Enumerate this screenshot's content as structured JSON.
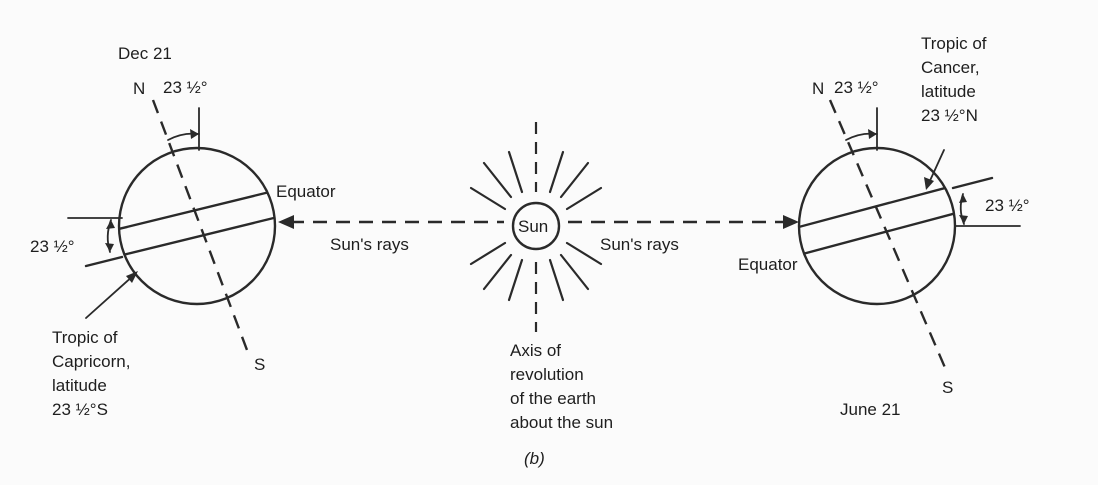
{
  "diagram": {
    "left_globe": {
      "date": "Dec 21",
      "north": "N",
      "south": "S",
      "tilt_top": "23 ½°",
      "tilt_side": "23 ½°",
      "equator": "Equator",
      "tropic": [
        "Tropic of",
        "Capricorn,",
        "latitude",
        "23 ½°S"
      ]
    },
    "sun": {
      "label": "Sun",
      "rays_left": "Sun's rays",
      "rays_right": "Sun's rays",
      "axis_caption": [
        "Axis of",
        "revolution",
        "of the earth",
        "about the sun"
      ]
    },
    "right_globe": {
      "date": "June 21",
      "north": "N",
      "south": "S",
      "tilt_top": "23 ½°",
      "tilt_side": "23 ½°",
      "equator": "Equator",
      "tropic": [
        "Tropic of",
        "Cancer,",
        "latitude",
        "23 ½°N"
      ]
    },
    "figure_label": "(b)"
  }
}
